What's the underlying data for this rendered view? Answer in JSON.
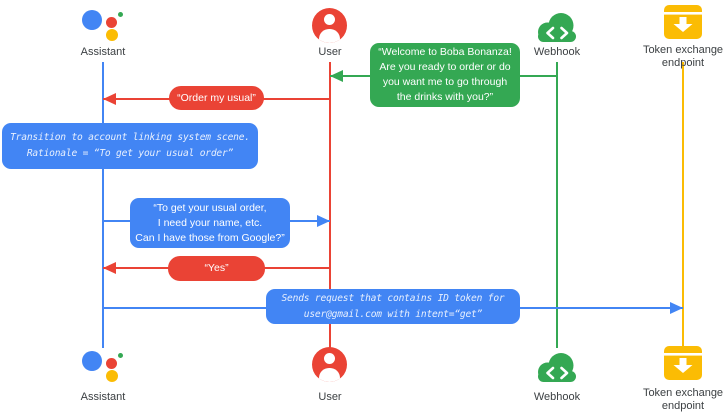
{
  "actors": {
    "assistant": {
      "label": "Assistant"
    },
    "user": {
      "label": "User"
    },
    "webhook": {
      "label": "Webhook"
    },
    "token_endpoint": {
      "label": "Token exchange endpoint"
    }
  },
  "colors": {
    "blue": "#4285F4",
    "red": "#EA4335",
    "green": "#34A853",
    "yellow": "#FBBC04",
    "label_gray": "#3C4043"
  },
  "messages": {
    "welcome": {
      "from": "webhook",
      "to": "user",
      "lines": {
        "0": "“Welcome to Boba Bonanza!",
        "1": "Are you ready to order or do",
        "2": "you want me to go through",
        "3": "the drinks with you?”"
      }
    },
    "order_usual": {
      "from": "user",
      "to": "assistant",
      "text": "“Order my usual”"
    },
    "transition_note": {
      "actor": "assistant",
      "lines": {
        "0": "Transition to account linking system scene.",
        "1": "Rationale = “To get your usual order”"
      }
    },
    "ask_permission": {
      "from": "assistant",
      "to": "user",
      "lines": {
        "0": "“To get your usual order,",
        "1": "I need your name, etc.",
        "2": "Can I have those from Google?”"
      }
    },
    "yes": {
      "from": "user",
      "to": "assistant",
      "text": "“Yes”"
    },
    "send_request": {
      "from": "assistant",
      "to": "token_endpoint",
      "lines": {
        "0": "Sends request that contains ID token for",
        "1": "user@gmail.com with intent=“get”"
      }
    }
  }
}
